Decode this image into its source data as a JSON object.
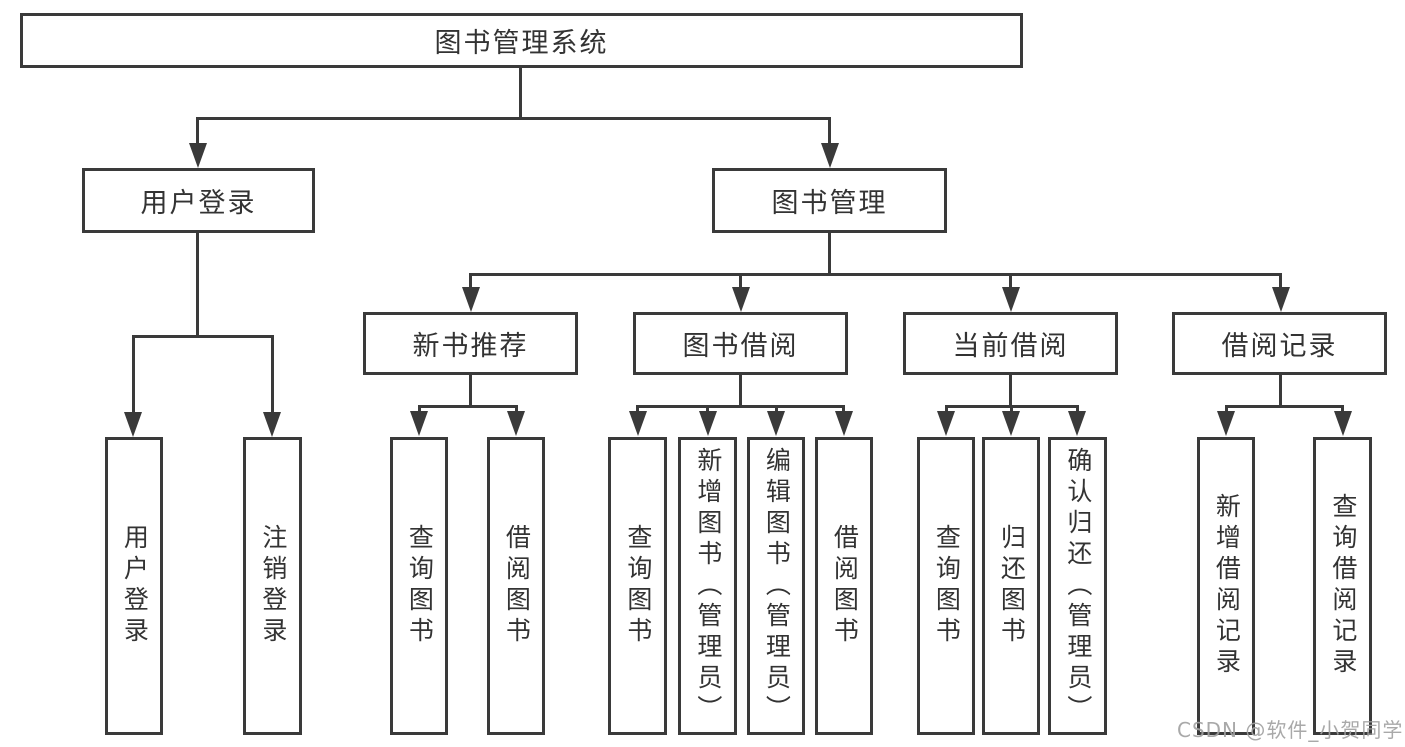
{
  "diagram": {
    "tree": {
      "label": "图书管理系统",
      "children": [
        {
          "label": "用户登录",
          "children": [
            {
              "label": "用户登录"
            },
            {
              "label": "注销登录"
            }
          ]
        },
        {
          "label": "图书管理",
          "children": [
            {
              "label": "新书推荐",
              "children": [
                {
                  "label": "查询图书"
                },
                {
                  "label": "借阅图书"
                }
              ]
            },
            {
              "label": "图书借阅",
              "children": [
                {
                  "label": "查询图书"
                },
                {
                  "label": "新增图书（管理员）"
                },
                {
                  "label": "编辑图书（管理员）"
                },
                {
                  "label": "借阅图书"
                }
              ]
            },
            {
              "label": "当前借阅",
              "children": [
                {
                  "label": "查询图书"
                },
                {
                  "label": "归还图书"
                },
                {
                  "label": "确认归还（管理员）"
                }
              ]
            },
            {
              "label": "借阅记录",
              "children": [
                {
                  "label": "新增借阅记录"
                },
                {
                  "label": "查询借阅记录"
                }
              ]
            }
          ]
        }
      ]
    },
    "watermark": "CSDN @软件_小贺同学",
    "colors": {
      "line": "#3a3a3a",
      "text": "#333333",
      "watermark": "#a0a0a0",
      "background": "#ffffff"
    }
  }
}
